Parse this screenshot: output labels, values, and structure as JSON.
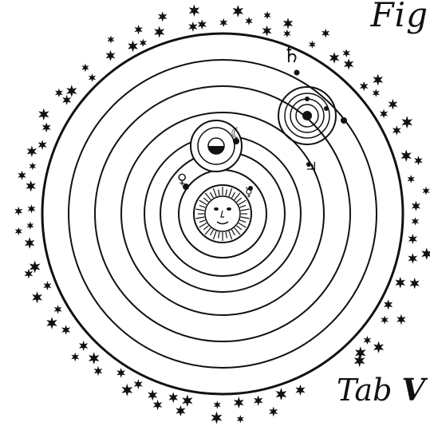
{
  "labels": {
    "figure": "Fig",
    "tab": "Tab",
    "tab_numeral": "V"
  },
  "symbols": {
    "saturn": "♄",
    "jupiter": "♃",
    "moon": "☾",
    "venus": "♀",
    "mercury": "☿"
  },
  "icons": [
    "sun-face-icon",
    "earth-icon",
    "star-field"
  ],
  "colors": {
    "ink": "#111111",
    "paper": "#ffffff"
  }
}
